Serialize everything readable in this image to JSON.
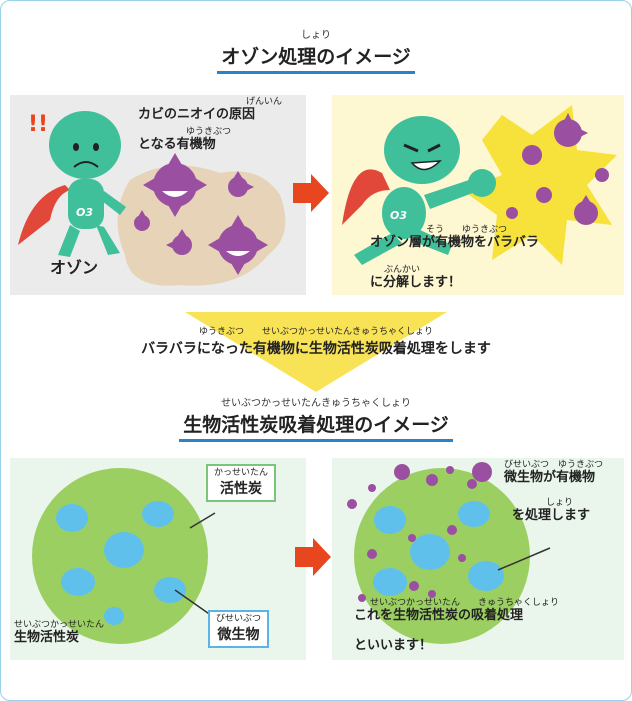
{
  "title1": {
    "ruby": "しょり",
    "text": "オゾン処理のイメージ"
  },
  "panel1": {
    "exclaim": "!!",
    "ozone_label": "オゾン",
    "o3": "O3",
    "odor_ruby": "げんいん",
    "odor_line1": "カビのニオイの原因",
    "organic_ruby": "ゆうきぶつ",
    "odor_line2": "となる有機物"
  },
  "panel2": {
    "o3": "O3",
    "line1_ruby": "そう　　ゆうきぶつ",
    "line1": "オゾン層が有機物をバラバラ",
    "line2_ruby": "ぶんかい",
    "line2": "に分解します！"
  },
  "middle": {
    "ruby": "ゆうきぶつ　　せいぶつかっせいたんきゅうちゃくしょり",
    "text": "バラバラになった有機物に生物活性炭吸着処理をします"
  },
  "title2": {
    "ruby": "せいぶつかっせいたんきゅうちゃくしょり",
    "text": "生物活性炭吸着処理のイメージ"
  },
  "panel3": {
    "carbon_ruby": "かっせいたん",
    "carbon": "活性炭",
    "microbe_ruby": "びせいぶつ",
    "microbe": "微生物",
    "bac_ruby": "せいぶつかっせいたん",
    "bac": "生物活性炭"
  },
  "panel4": {
    "top_ruby": "びせいぶつ　ゆうきぶつ",
    "top1": "微生物が有機物",
    "top2_ruby": "しょり",
    "top2": "を処理します",
    "bottom_ruby": "せいぶつかっせいたん　　きゅうちゃくしょり",
    "bottom1": "これを生物活性炭の吸着処理",
    "bottom2": "といいます！"
  },
  "colors": {
    "accent_blue": "#2a82c9",
    "arrow_red": "#e8461e",
    "ozone_green": "#3fbf9a",
    "germ_purple": "#9b4fa0",
    "carbon_green": "#9ccf62",
    "microbe_blue": "#5fc0ec"
  }
}
